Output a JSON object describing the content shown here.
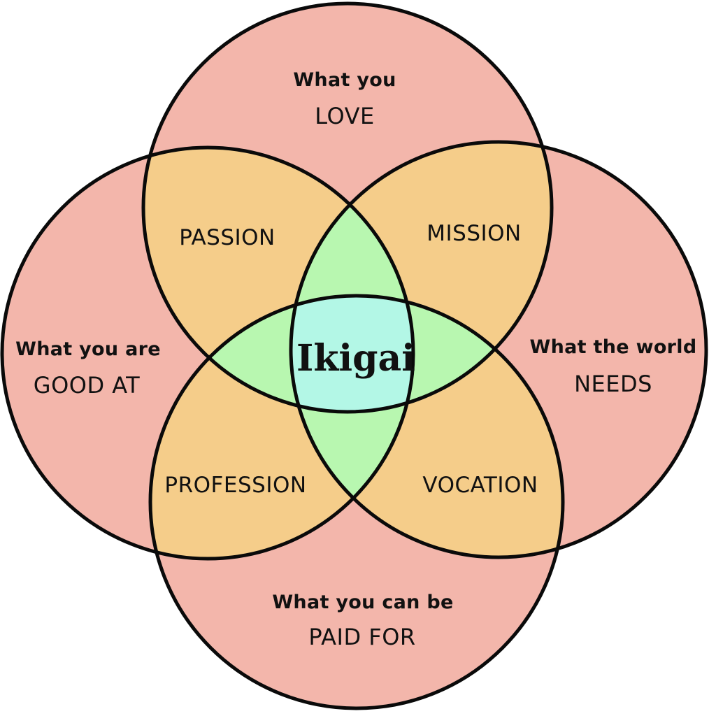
{
  "title": "Ikigai",
  "colors": {
    "single": "#F3B6AB",
    "pair": "#F5CD8A",
    "triple": "#B8F7B0",
    "center": "#B3F7E6",
    "outline": "#0a0a0a",
    "text": "#111111"
  },
  "circles": {
    "top": {
      "line1": "What you",
      "line2": "LOVE"
    },
    "left": {
      "line1": "What you are",
      "line2": "GOOD AT"
    },
    "right": {
      "line1": "What the world",
      "line2": "NEEDS"
    },
    "bottom": {
      "line1": "What you can be",
      "line2": "PAID FOR"
    }
  },
  "overlaps": {
    "top_left": "PASSION",
    "top_right": "MISSION",
    "bottom_left": "PROFESSION",
    "bottom_right": "VOCATION"
  },
  "center": "Ikigai"
}
